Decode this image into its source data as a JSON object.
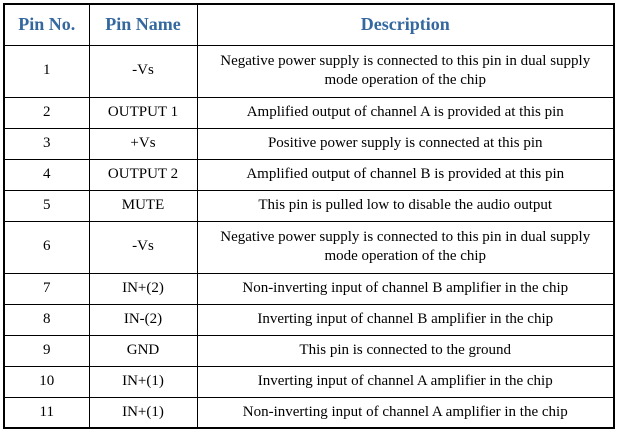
{
  "colors": {
    "header_text": "#35689F",
    "border": "#000000",
    "background": "#FFFFFF"
  },
  "table": {
    "headers": [
      "Pin No.",
      "Pin Name",
      "Description"
    ],
    "rows": [
      {
        "pin_no": "1",
        "pin_name": "-Vs",
        "description": "Negative power supply is connected to this pin in dual supply mode operation of the chip"
      },
      {
        "pin_no": "2",
        "pin_name": "OUTPUT 1",
        "description": "Amplified output of channel A is provided at this pin"
      },
      {
        "pin_no": "3",
        "pin_name": "+Vs",
        "description": "Positive power supply is connected at this pin"
      },
      {
        "pin_no": "4",
        "pin_name": "OUTPUT 2",
        "description": "Amplified output of channel B is provided at this pin"
      },
      {
        "pin_no": "5",
        "pin_name": "MUTE",
        "description": "This pin is pulled low to disable the audio output"
      },
      {
        "pin_no": "6",
        "pin_name": "-Vs",
        "description": "Negative power supply is connected to this pin in dual supply mode operation of the chip"
      },
      {
        "pin_no": "7",
        "pin_name": "IN+(2)",
        "description": "Non-inverting input of channel B amplifier in the chip"
      },
      {
        "pin_no": "8",
        "pin_name": "IN-(2)",
        "description": "Inverting input of channel B amplifier in the chip"
      },
      {
        "pin_no": "9",
        "pin_name": "GND",
        "description": "This pin is connected to the ground"
      },
      {
        "pin_no": "10",
        "pin_name": "IN+(1)",
        "description": "Inverting input of channel A amplifier in the chip"
      },
      {
        "pin_no": "11",
        "pin_name": "IN+(1)",
        "description": "Non-inverting input of channel A amplifier in the chip"
      }
    ]
  }
}
